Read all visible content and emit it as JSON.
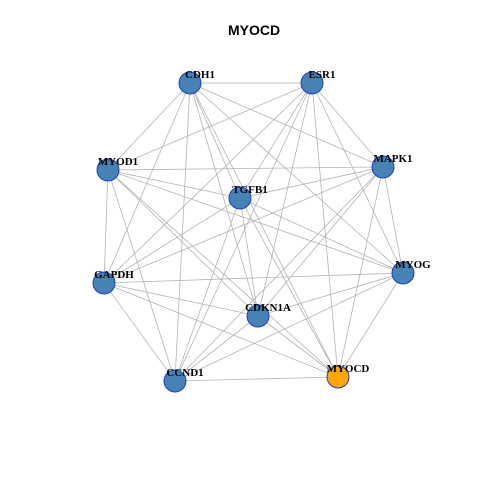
{
  "title": "MYOCD",
  "colors": {
    "node_default": "#4682b4",
    "node_highlight": "#ffa500",
    "node_border": "#1f3fbf",
    "edge": "#b3b3b3"
  },
  "nodes": [
    {
      "id": "CDH1",
      "label": "CDH1",
      "highlight": false
    },
    {
      "id": "ESR1",
      "label": "ESR1",
      "highlight": false
    },
    {
      "id": "MYOD1",
      "label": "MYOD1",
      "highlight": false
    },
    {
      "id": "MAPK1",
      "label": "MAPK1",
      "highlight": false
    },
    {
      "id": "TGFB1",
      "label": "TGFB1",
      "highlight": false
    },
    {
      "id": "GAPDH",
      "label": "GAPDH",
      "highlight": false
    },
    {
      "id": "MYOG",
      "label": "MYOG",
      "highlight": false
    },
    {
      "id": "CDKN1A",
      "label": "CDKN1A",
      "highlight": false
    },
    {
      "id": "CCND1",
      "label": "CCND1",
      "highlight": false
    },
    {
      "id": "MYOCD",
      "label": "MYOCD",
      "highlight": true
    }
  ],
  "edges": [
    [
      "CDH1",
      "ESR1"
    ],
    [
      "CDH1",
      "MYOD1"
    ],
    [
      "CDH1",
      "TGFB1"
    ],
    [
      "CDH1",
      "MAPK1"
    ],
    [
      "CDH1",
      "GAPDH"
    ],
    [
      "CDH1",
      "CDKN1A"
    ],
    [
      "CDH1",
      "CCND1"
    ],
    [
      "CDH1",
      "MYOG"
    ],
    [
      "CDH1",
      "MYOCD"
    ],
    [
      "ESR1",
      "MYOD1"
    ],
    [
      "ESR1",
      "MAPK1"
    ],
    [
      "ESR1",
      "TGFB1"
    ],
    [
      "ESR1",
      "GAPDH"
    ],
    [
      "ESR1",
      "MYOG"
    ],
    [
      "ESR1",
      "CDKN1A"
    ],
    [
      "ESR1",
      "CCND1"
    ],
    [
      "ESR1",
      "MYOCD"
    ],
    [
      "MYOD1",
      "MAPK1"
    ],
    [
      "MYOD1",
      "TGFB1"
    ],
    [
      "MYOD1",
      "GAPDH"
    ],
    [
      "MYOD1",
      "MYOG"
    ],
    [
      "MYOD1",
      "CDKN1A"
    ],
    [
      "MYOD1",
      "CCND1"
    ],
    [
      "MYOD1",
      "MYOCD"
    ],
    [
      "MAPK1",
      "TGFB1"
    ],
    [
      "MAPK1",
      "GAPDH"
    ],
    [
      "MAPK1",
      "MYOG"
    ],
    [
      "MAPK1",
      "CDKN1A"
    ],
    [
      "MAPK1",
      "CCND1"
    ],
    [
      "MAPK1",
      "MYOCD"
    ],
    [
      "TGFB1",
      "GAPDH"
    ],
    [
      "TGFB1",
      "MYOG"
    ],
    [
      "TGFB1",
      "CDKN1A"
    ],
    [
      "TGFB1",
      "CCND1"
    ],
    [
      "TGFB1",
      "MYOCD"
    ],
    [
      "GAPDH",
      "MYOG"
    ],
    [
      "GAPDH",
      "CDKN1A"
    ],
    [
      "GAPDH",
      "CCND1"
    ],
    [
      "GAPDH",
      "MYOCD"
    ],
    [
      "MYOG",
      "CDKN1A"
    ],
    [
      "MYOG",
      "CCND1"
    ],
    [
      "MYOG",
      "MYOCD"
    ],
    [
      "CDKN1A",
      "CCND1"
    ],
    [
      "CDKN1A",
      "MYOCD"
    ],
    [
      "CCND1",
      "MYOCD"
    ]
  ]
}
